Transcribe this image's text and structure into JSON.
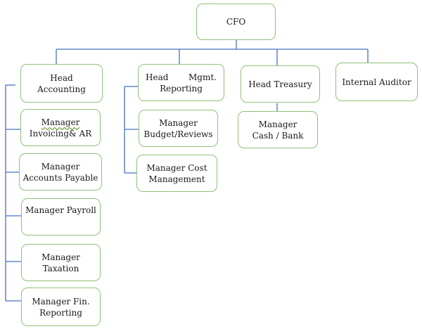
{
  "org_chart": {
    "cfo": "CFO",
    "head_accounting": [
      "Head",
      "Accounting"
    ],
    "head_mgmt_reporting": {
      "left": "Head",
      "right": "Mgmt.",
      "line2": "Reporting"
    },
    "head_treasury": "Head Treasury",
    "internal_auditor": "Internal Auditor",
    "mgr_invoicing": [
      "Manager",
      "Invoicing& AR"
    ],
    "mgr_accounts_payable": [
      "Manager",
      "Accounts Payable"
    ],
    "mgr_payroll": "Manager Payroll",
    "mgr_taxation": [
      "Manager",
      "Taxation"
    ],
    "mgr_fin_reporting": [
      "Manager Fin.",
      "Reporting"
    ],
    "mgr_budget": [
      "Manager",
      "Budget/Reviews"
    ],
    "mgr_cost": [
      "Manager Cost",
      "Management"
    ],
    "mgr_cash_bank": [
      "Manager",
      "Cash / Bank"
    ]
  },
  "colors": {
    "connector": "#4472c4",
    "box_border": "#8fc17a",
    "text": "#1a1a1a"
  }
}
